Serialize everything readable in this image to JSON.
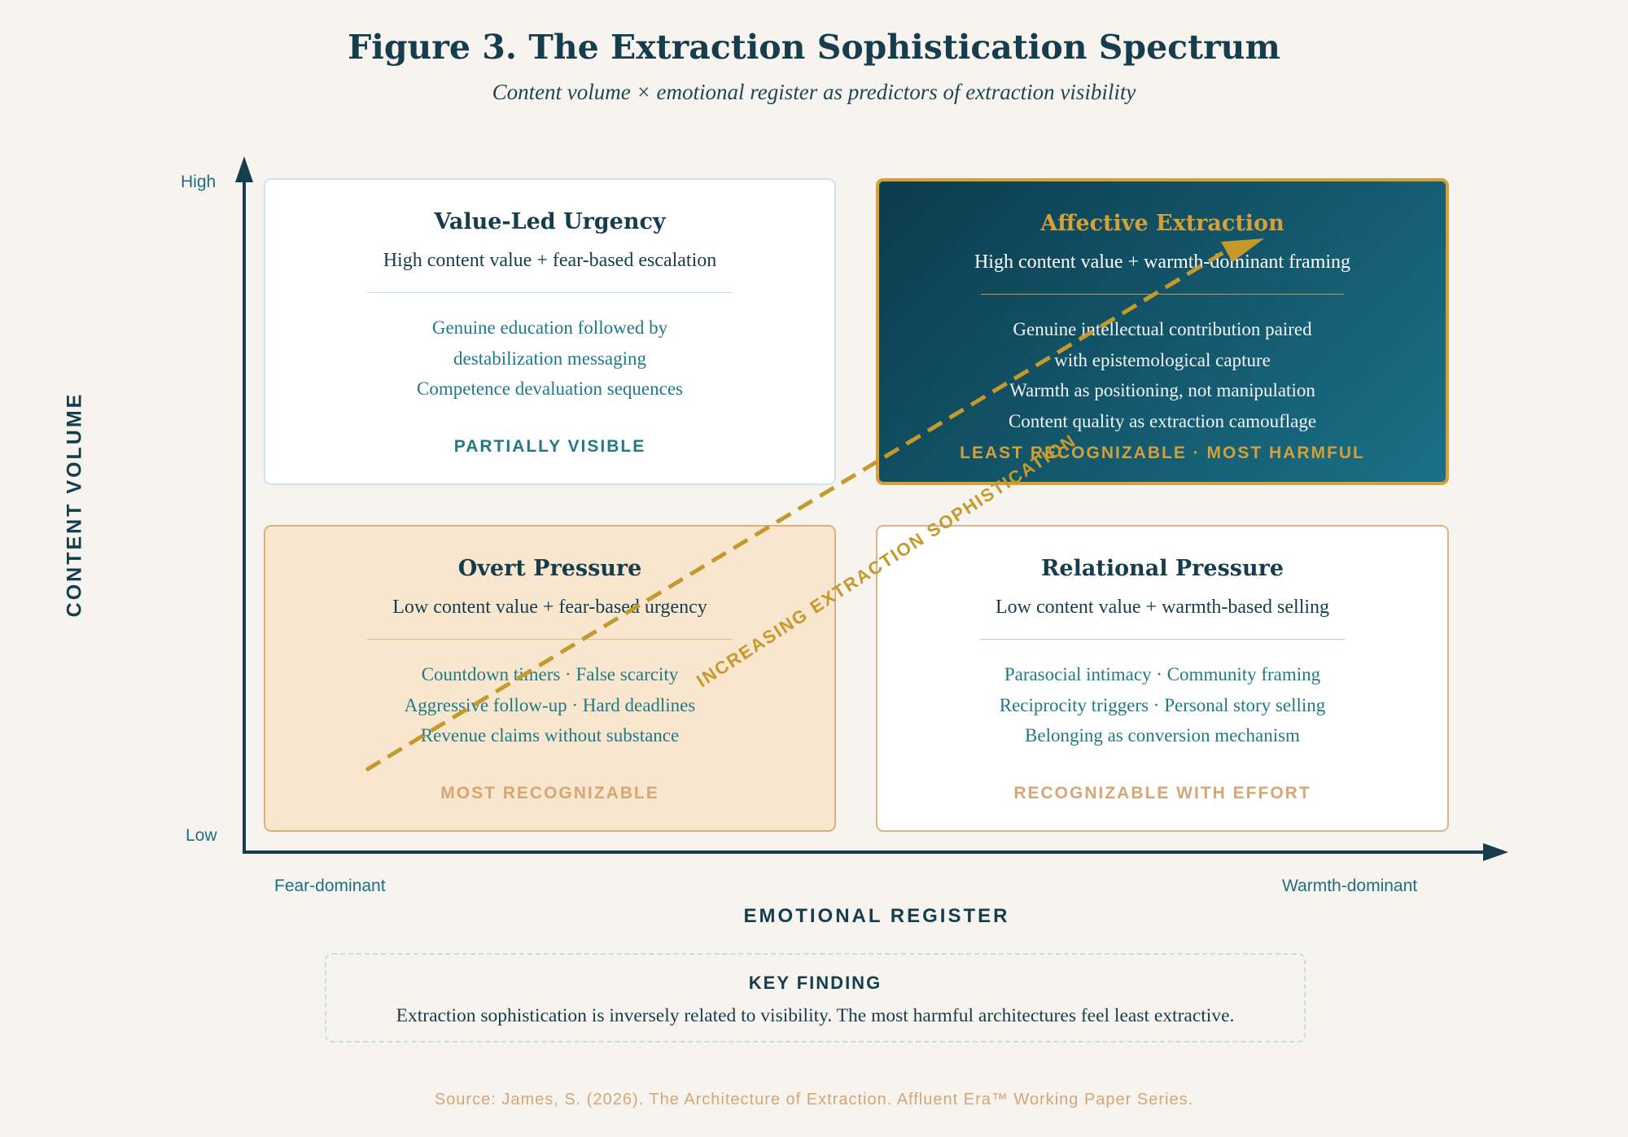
{
  "figure": {
    "title": "Figure 3. The Extraction Sophistication Spectrum",
    "subtitle": "Content volume × emotional register as predictors of extraction visibility"
  },
  "axes": {
    "y_title": "CONTENT VOLUME",
    "y_high": "High",
    "y_low": "Low",
    "x_title": "EMOTIONAL REGISTER",
    "x_left": "Fear-dominant",
    "x_right": "Warmth-dominant"
  },
  "quadrants": {
    "top_left": {
      "title": "Value-Led Urgency",
      "subtitle": "High content value + fear-based escalation",
      "lines": [
        "Genuine education followed by",
        "destabilization messaging",
        "Competence devaluation sequences"
      ],
      "tag": "PARTIALLY VISIBLE"
    },
    "top_right": {
      "title": "Affective Extraction",
      "subtitle": "High content value + warmth-dominant framing",
      "lines": [
        "Genuine intellectual contribution paired",
        "with epistemological capture",
        "Warmth as positioning, not manipulation",
        "Content quality as extraction camouflage"
      ],
      "tag": "LEAST RECOGNIZABLE · MOST HARMFUL"
    },
    "bottom_left": {
      "title": "Overt Pressure",
      "subtitle": "Low content value + fear-based urgency",
      "lines": [
        "Countdown timers · False scarcity",
        "Aggressive follow-up · Hard deadlines",
        "Revenue claims without substance"
      ],
      "tag": "MOST RECOGNIZABLE"
    },
    "bottom_right": {
      "title": "Relational Pressure",
      "subtitle": "Low content value + warmth-based selling",
      "lines": [
        "Parasocial intimacy · Community framing",
        "Reciprocity triggers · Personal story selling",
        "Belonging as conversion mechanism"
      ],
      "tag": "RECOGNIZABLE WITH EFFORT"
    }
  },
  "arrow_label": "INCREASING EXTRACTION SOPHISTICATION",
  "key_finding": {
    "title": "KEY FINDING",
    "text": "Extraction sophistication is inversely related to visibility. The most harmful architectures feel least extractive."
  },
  "source": "Source: James, S. (2026). The Architecture of Extraction. Affluent Era™ Working Paper Series.",
  "colors": {
    "navy": "#163d4d",
    "teal": "#1f7a85",
    "gold": "#c49a2c",
    "peach": "#f9e6cf",
    "tan": "#d6a674",
    "background": "#f7f3ee"
  }
}
